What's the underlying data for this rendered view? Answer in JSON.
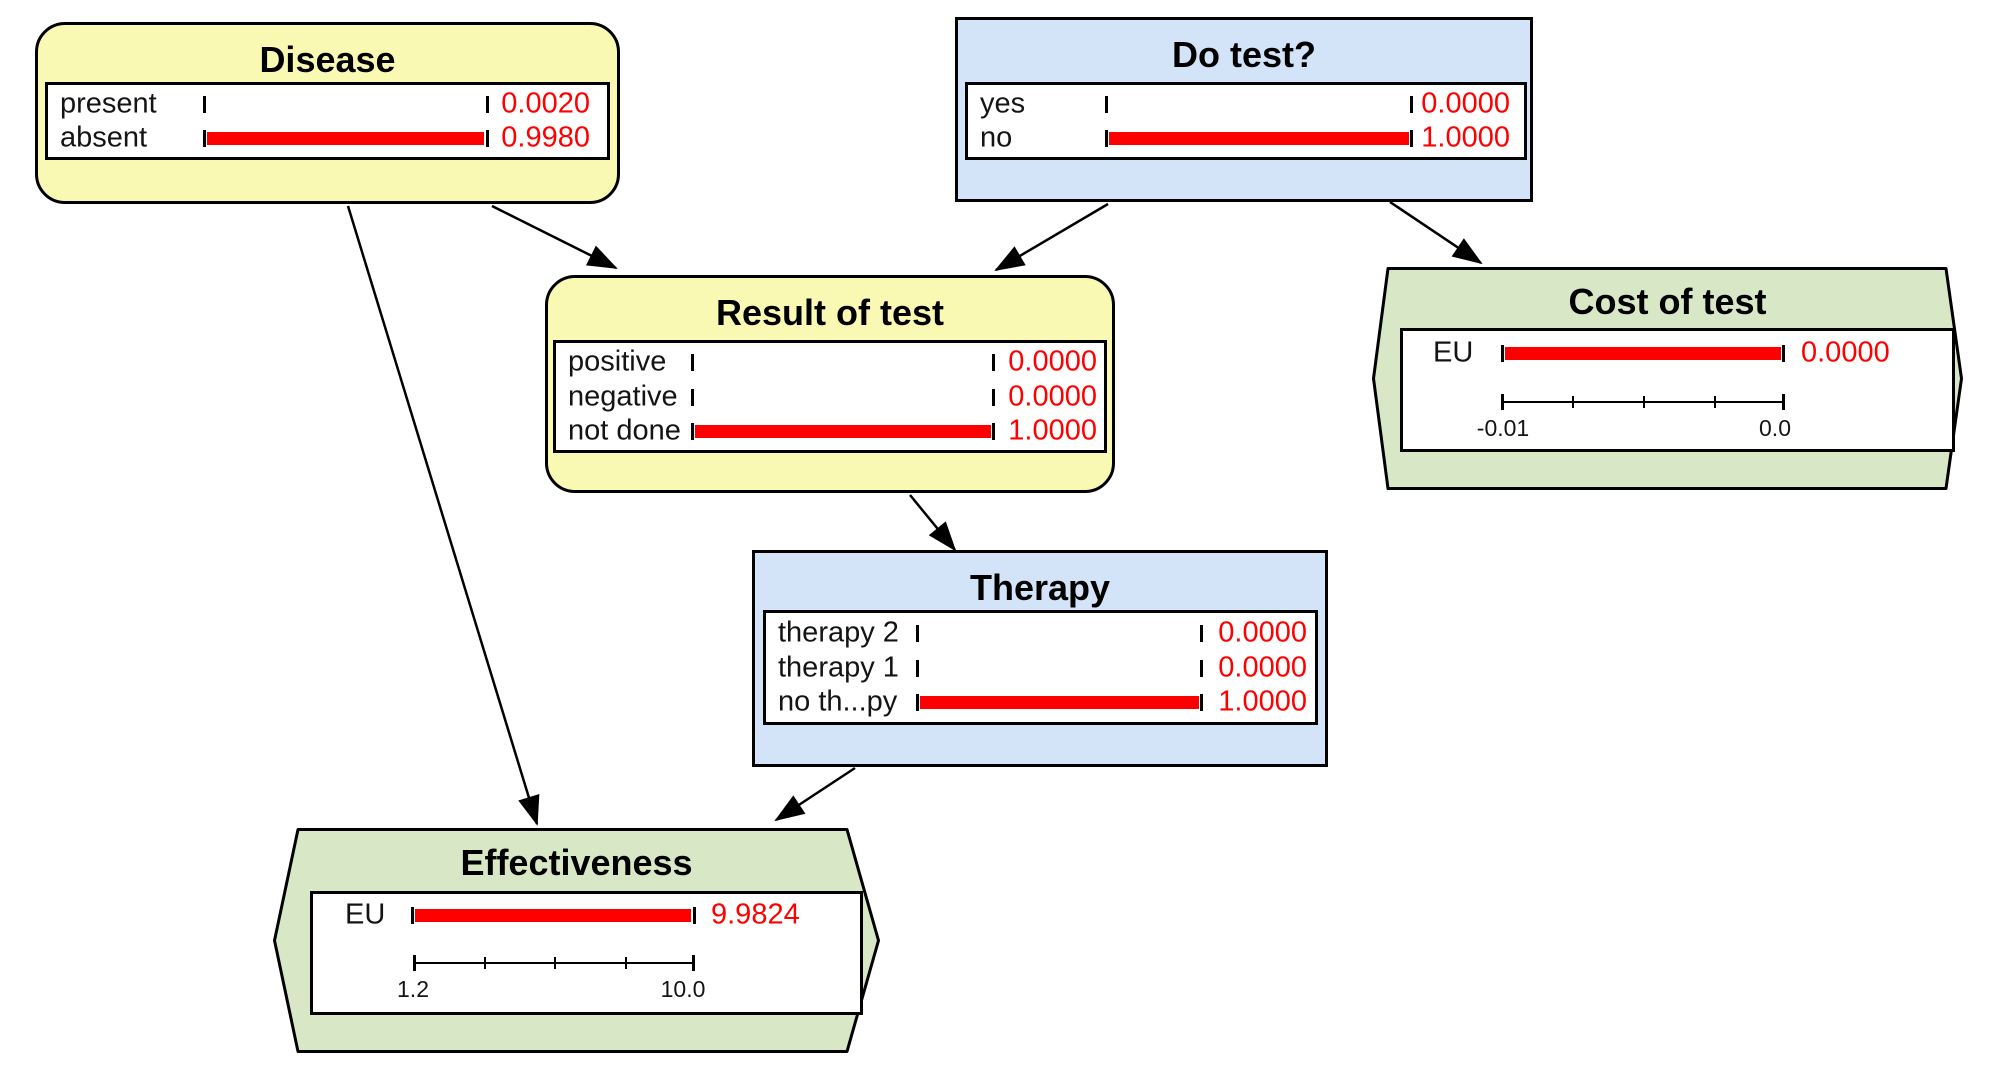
{
  "colors": {
    "chance_fill": "#FAF9B3",
    "decision_fill": "#D3E3F8",
    "utility_fill": "#D8E7C5",
    "bar_color": "#FF0000",
    "value_color": "#FF0000",
    "border_color": "#000000"
  },
  "nodes": {
    "disease": {
      "title": "Disease",
      "type": "chance",
      "states": [
        {
          "label": "present",
          "value": "0.0020",
          "fraction": 0.002
        },
        {
          "label": "absent",
          "value": "0.9980",
          "fraction": 0.998
        }
      ]
    },
    "do_test": {
      "title": "Do test?",
      "type": "decision",
      "states": [
        {
          "label": "yes",
          "value": "0.0000",
          "fraction": 0
        },
        {
          "label": "no",
          "value": "1.0000",
          "fraction": 1
        }
      ]
    },
    "result": {
      "title": "Result of test",
      "type": "chance",
      "states": [
        {
          "label": "positive",
          "value": "0.0000",
          "fraction": 0
        },
        {
          "label": "negative",
          "value": "0.0000",
          "fraction": 0
        },
        {
          "label": "not done",
          "value": "1.0000",
          "fraction": 1
        }
      ]
    },
    "therapy": {
      "title": "Therapy",
      "type": "decision",
      "states": [
        {
          "label": "therapy 2",
          "value": "0.0000",
          "fraction": 0
        },
        {
          "label": "therapy 1",
          "value": "0.0000",
          "fraction": 0
        },
        {
          "label": "no th...py",
          "value": "1.0000",
          "fraction": 1
        }
      ]
    },
    "cost": {
      "title": "Cost of test",
      "type": "utility",
      "eu_label": "EU",
      "eu_value": "0.0000",
      "fraction": 1.0,
      "scale_min": "-0.01",
      "scale_max": "0.0"
    },
    "effectiveness": {
      "title": "Effectiveness",
      "type": "utility",
      "eu_label": "EU",
      "eu_value": "9.9824",
      "fraction": 0.998,
      "scale_min": "1.2",
      "scale_max": "10.0"
    }
  },
  "edges": [
    {
      "from": "Disease",
      "to": "Result of test"
    },
    {
      "from": "Disease",
      "to": "Effectiveness"
    },
    {
      "from": "Do test?",
      "to": "Result of test"
    },
    {
      "from": "Do test?",
      "to": "Cost of test"
    },
    {
      "from": "Result of test",
      "to": "Therapy"
    },
    {
      "from": "Therapy",
      "to": "Effectiveness"
    }
  ]
}
